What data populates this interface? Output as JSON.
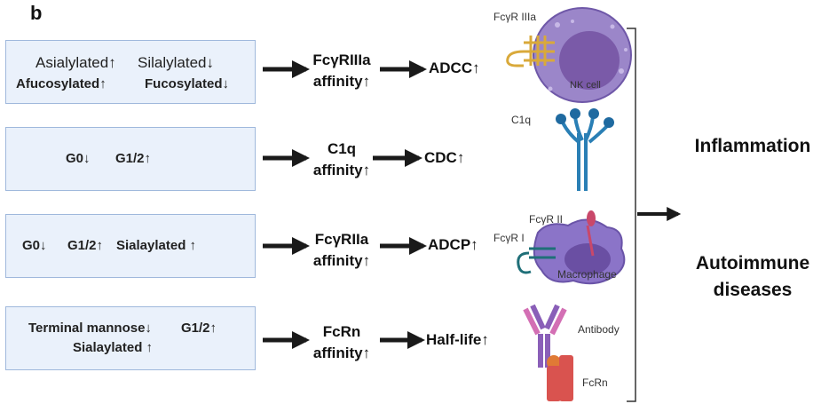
{
  "panel_label": "b",
  "rows": [
    {
      "conditions": [
        "Asialylated↑",
        "Silalylated↓",
        "Afucosylated↑",
        "Fucosylated↓"
      ],
      "receptor": "FcγRIIIa",
      "affinity": "affinity↑",
      "effect": "ADCC↑",
      "icon": "nk-cell-icon",
      "labels": [
        "FcγR IIIa",
        "NK cell"
      ]
    },
    {
      "conditions": [
        "G0↓",
        "G1/2↑"
      ],
      "receptor": "C1q",
      "affinity": "affinity↑",
      "effect": "CDC↑",
      "icon": "c1q-icon",
      "labels": [
        "C1q"
      ]
    },
    {
      "conditions": [
        "G0↓",
        "G1/2↑",
        "Sialaylated ↑"
      ],
      "receptor": "FcγRIIa",
      "affinity": "affinity↑",
      "effect": "ADCP↑",
      "icon": "macrophage-icon",
      "labels": [
        "FcγR II",
        "FcγR I",
        "Macrophage"
      ]
    },
    {
      "conditions": [
        "Terminal mannose↓",
        "G1/2↑",
        "Sialaylated ↑"
      ],
      "receptor": "FcRn",
      "affinity": "affinity↑",
      "effect": "Half-life↑",
      "icon": "antibody-fcrn-icon",
      "labels": [
        "Antibody",
        "FcRn"
      ]
    }
  ],
  "outcomes": [
    "Inflammation",
    "Autoimmune",
    "diseases"
  ],
  "colors": {
    "box_fill": "#eaf1fb",
    "box_border": "#9fb8dc",
    "arrow": "#1a1a1a",
    "nk_cell": "#9b86c9",
    "receptor_gold": "#d9a93a",
    "c1q_blue": "#2a7fb5",
    "macrophage": "#8b74c8",
    "antibody_purple": "#8a5fb8",
    "fcrn_red": "#d9534f"
  }
}
